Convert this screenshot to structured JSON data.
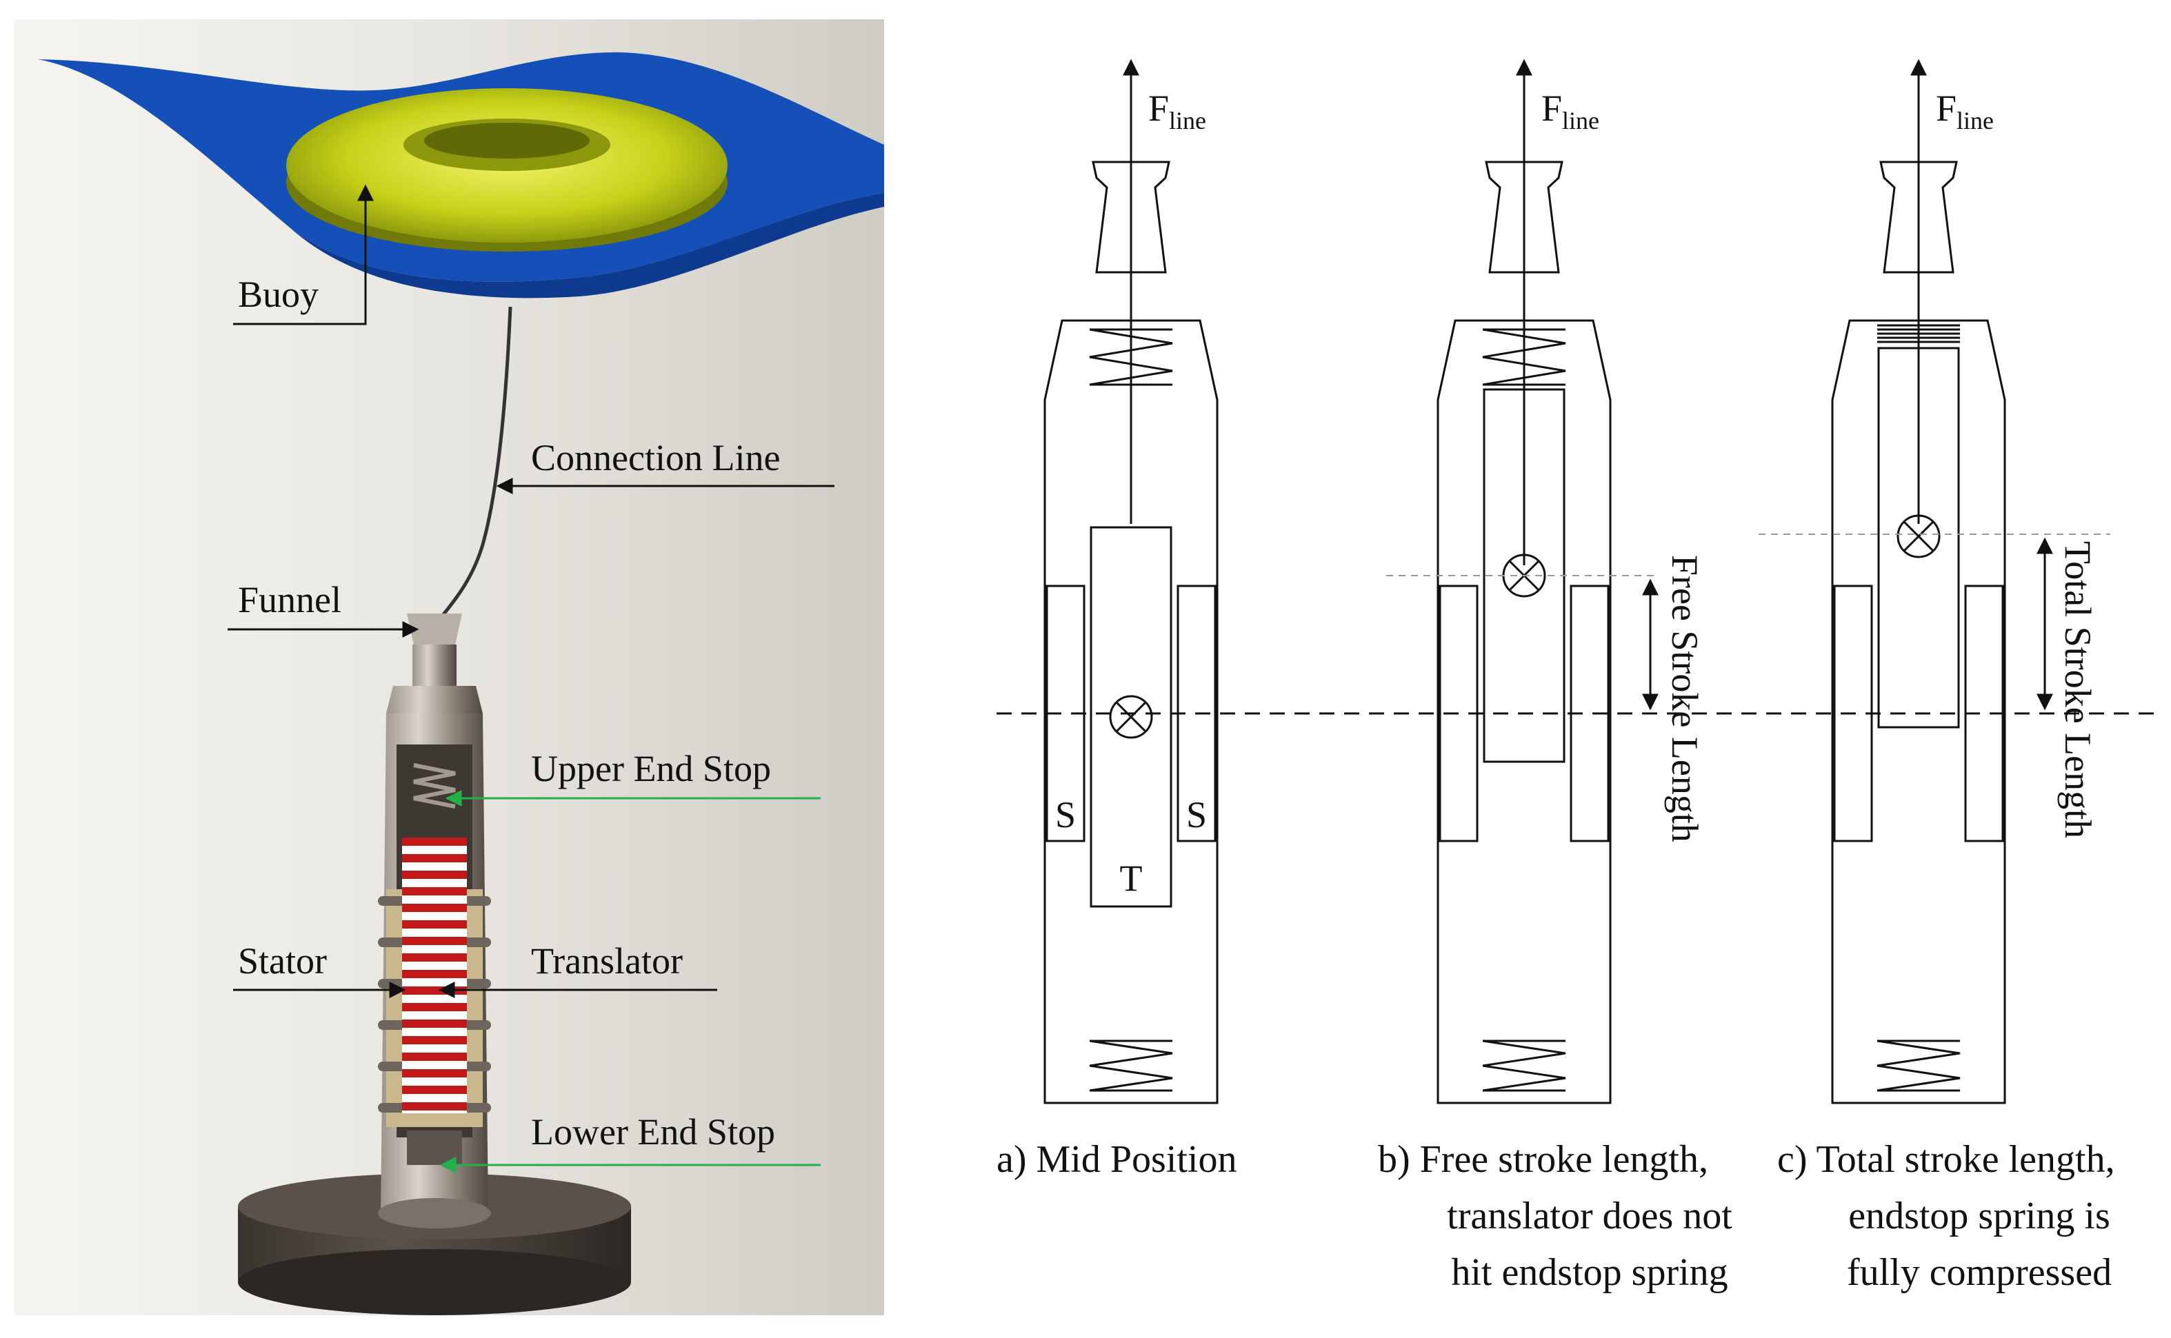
{
  "colors": {
    "ocean": "#1450b8",
    "buoy": "#c8d21a",
    "coil_red": "#c21a1a",
    "arrow_green": "#22b04a",
    "housing": "#6e655c",
    "base": "#4a433c",
    "ink": "#111111"
  },
  "left_panel": {
    "labels": {
      "buoy": "Buoy",
      "connection_line": "Connection Line",
      "funnel": "Funnel",
      "upper_end_stop": "Upper End Stop",
      "stator": "Stator",
      "translator": "Translator",
      "lower_end_stop": "Lower End Stop"
    }
  },
  "right_panel": {
    "force_symbol": "F",
    "force_subscript": "line",
    "stator_letter": "S",
    "translator_letter": "T",
    "dimension_labels": {
      "free": "Free Stroke Length",
      "total": "Total Stroke Length"
    },
    "captions": {
      "a": [
        "a) Mid Position"
      ],
      "b": [
        "b) Free stroke length,",
        "translator does not",
        "hit endstop spring"
      ],
      "c": [
        "c) Total stroke length,",
        "endstop spring is",
        "fully compressed"
      ]
    }
  }
}
